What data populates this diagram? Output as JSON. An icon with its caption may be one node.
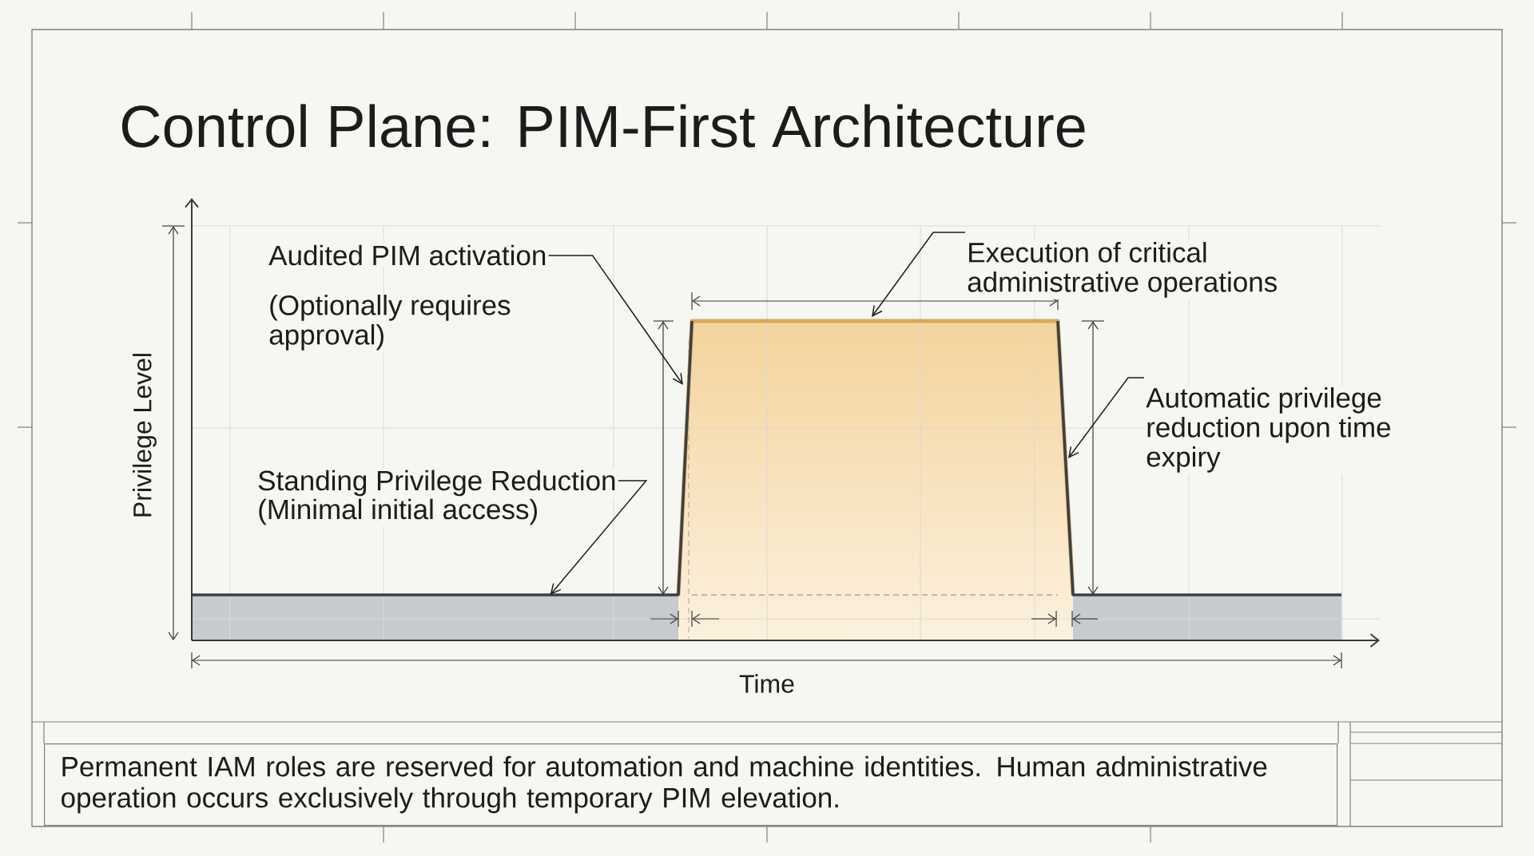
{
  "diagram": {
    "title": "Control Plane: PIM-First Architecture",
    "nodes": [
      {
        "text": [
          "Audited PIM activation",
          "(Optionally requires approval)"
        ]
      },
      {
        "text": [
          "Execution of critical administrative operations"
        ]
      },
      {
        "text": [
          "Automatic privilege reduction upon time expiry"
        ]
      },
      {
        "text": [
          "Standing Privilege Reduction",
          "(Minimal initial access)"
        ]
      },
      {
        "text": [],
        "shape": "bar"
      }
    ],
    "edges": [
      {
        "from": 0,
        "to": null,
        "arrow": "to"
      },
      {
        "from": 1,
        "to": null,
        "arrow": "to"
      },
      {
        "from": 2,
        "to": null,
        "arrow": "to"
      },
      {
        "from": 3,
        "to": 4,
        "arrow": "to"
      }
    ],
    "labels": [
      "Privilege Level",
      "Time"
    ],
    "caption": "Permanent IAM roles are reserved for automation and machine identities. Human administrative operation occurs exclusively through temporary PIM elevation."
  }
}
